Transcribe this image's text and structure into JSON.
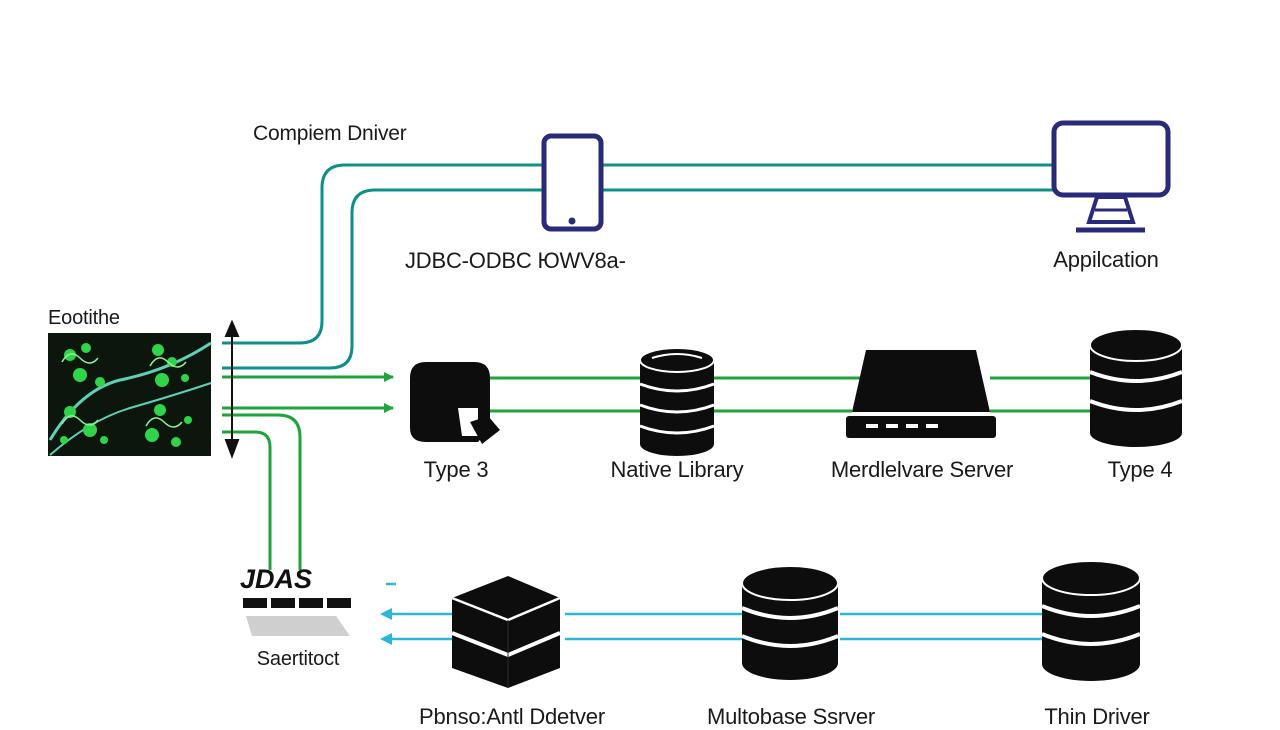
{
  "labels": {
    "compiled_driver": "Compiem Dniver",
    "jdbc_odbc": "JDBC-ODBC ЮWV8a-",
    "application": "Appilcation",
    "ecosystem": "Eootithe",
    "type3": "Type 3",
    "native_library": "Native Library",
    "middleware_server": "Merdlelvare Server",
    "type4": "Type 4",
    "jdas_logo": "JDAS",
    "serialdetect": "Saertitoct",
    "protocol_driver": "Pbnso:Antl Ddetver",
    "multibase_server": "Multobase Ssrver",
    "thin_driver": "Thin Driver"
  },
  "colors": {
    "teal": "#0f8f8a",
    "green": "#1fa33a",
    "cyan": "#2bb8d8",
    "navy": "#2a2a7a",
    "icon": "#0d0d0d"
  }
}
